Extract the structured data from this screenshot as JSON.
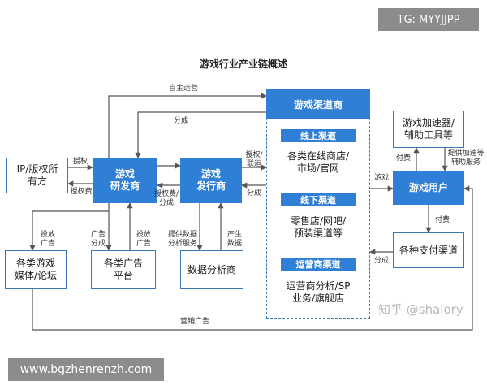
{
  "title": "游戏行业产业链概述",
  "watermarks": {
    "top_tag": "TG: MYYJJPP",
    "bottom_tag": "www.bgzhenrenzh.com",
    "zhihu": "知乎 @shalory"
  },
  "nodes": {
    "ip": "IP/版权所\n有方",
    "developer": "游戏\n研发商",
    "publisher": "游戏\n发行商",
    "channel": "游戏渠道商",
    "online_hdr": "线上渠道",
    "online_body": "各类在线商店/\n市场/官网",
    "offline_hdr": "线下渠道",
    "offline_body": "零售店/网吧/\n预装渠道等",
    "operator_hdr": "运营商渠道",
    "operator_body": "运营商分析/SP\n业务/旗舰店",
    "accelerator": "游戏加速器/\n辅助工具等",
    "user": "游戏用户",
    "payment": "各种支付渠道",
    "media": "各类游戏\n媒体/论坛",
    "ads": "各类广告\n平台",
    "analytics": "数据分析商"
  },
  "labels": {
    "self_operate": "自主运营",
    "share_top": "分成",
    "authorize_1": "授权",
    "fee_1": "授权费",
    "authorize_fee": "授权费/\n分成",
    "authorize_union": "授权/\n联运",
    "share_mid": "分成",
    "game": "游戏",
    "pay_fee_top": "付费",
    "provide_accel": "提供加速等\n辅助服务",
    "pay_fee_mid": "付费",
    "share_right": "分成",
    "invest_ads_1": "投放\n广告",
    "ad_share": "广告\n分成",
    "invest_ads_2": "投放\n广告",
    "provide_data": "提供数据\n分析服务",
    "gen_data": "产生\n数据",
    "marketing_ads": "营销广告"
  },
  "colors": {
    "accent": "#2f7fd6",
    "border": "#3a77b5",
    "line": "#555555",
    "tag_bg": "#8c8c8c"
  }
}
